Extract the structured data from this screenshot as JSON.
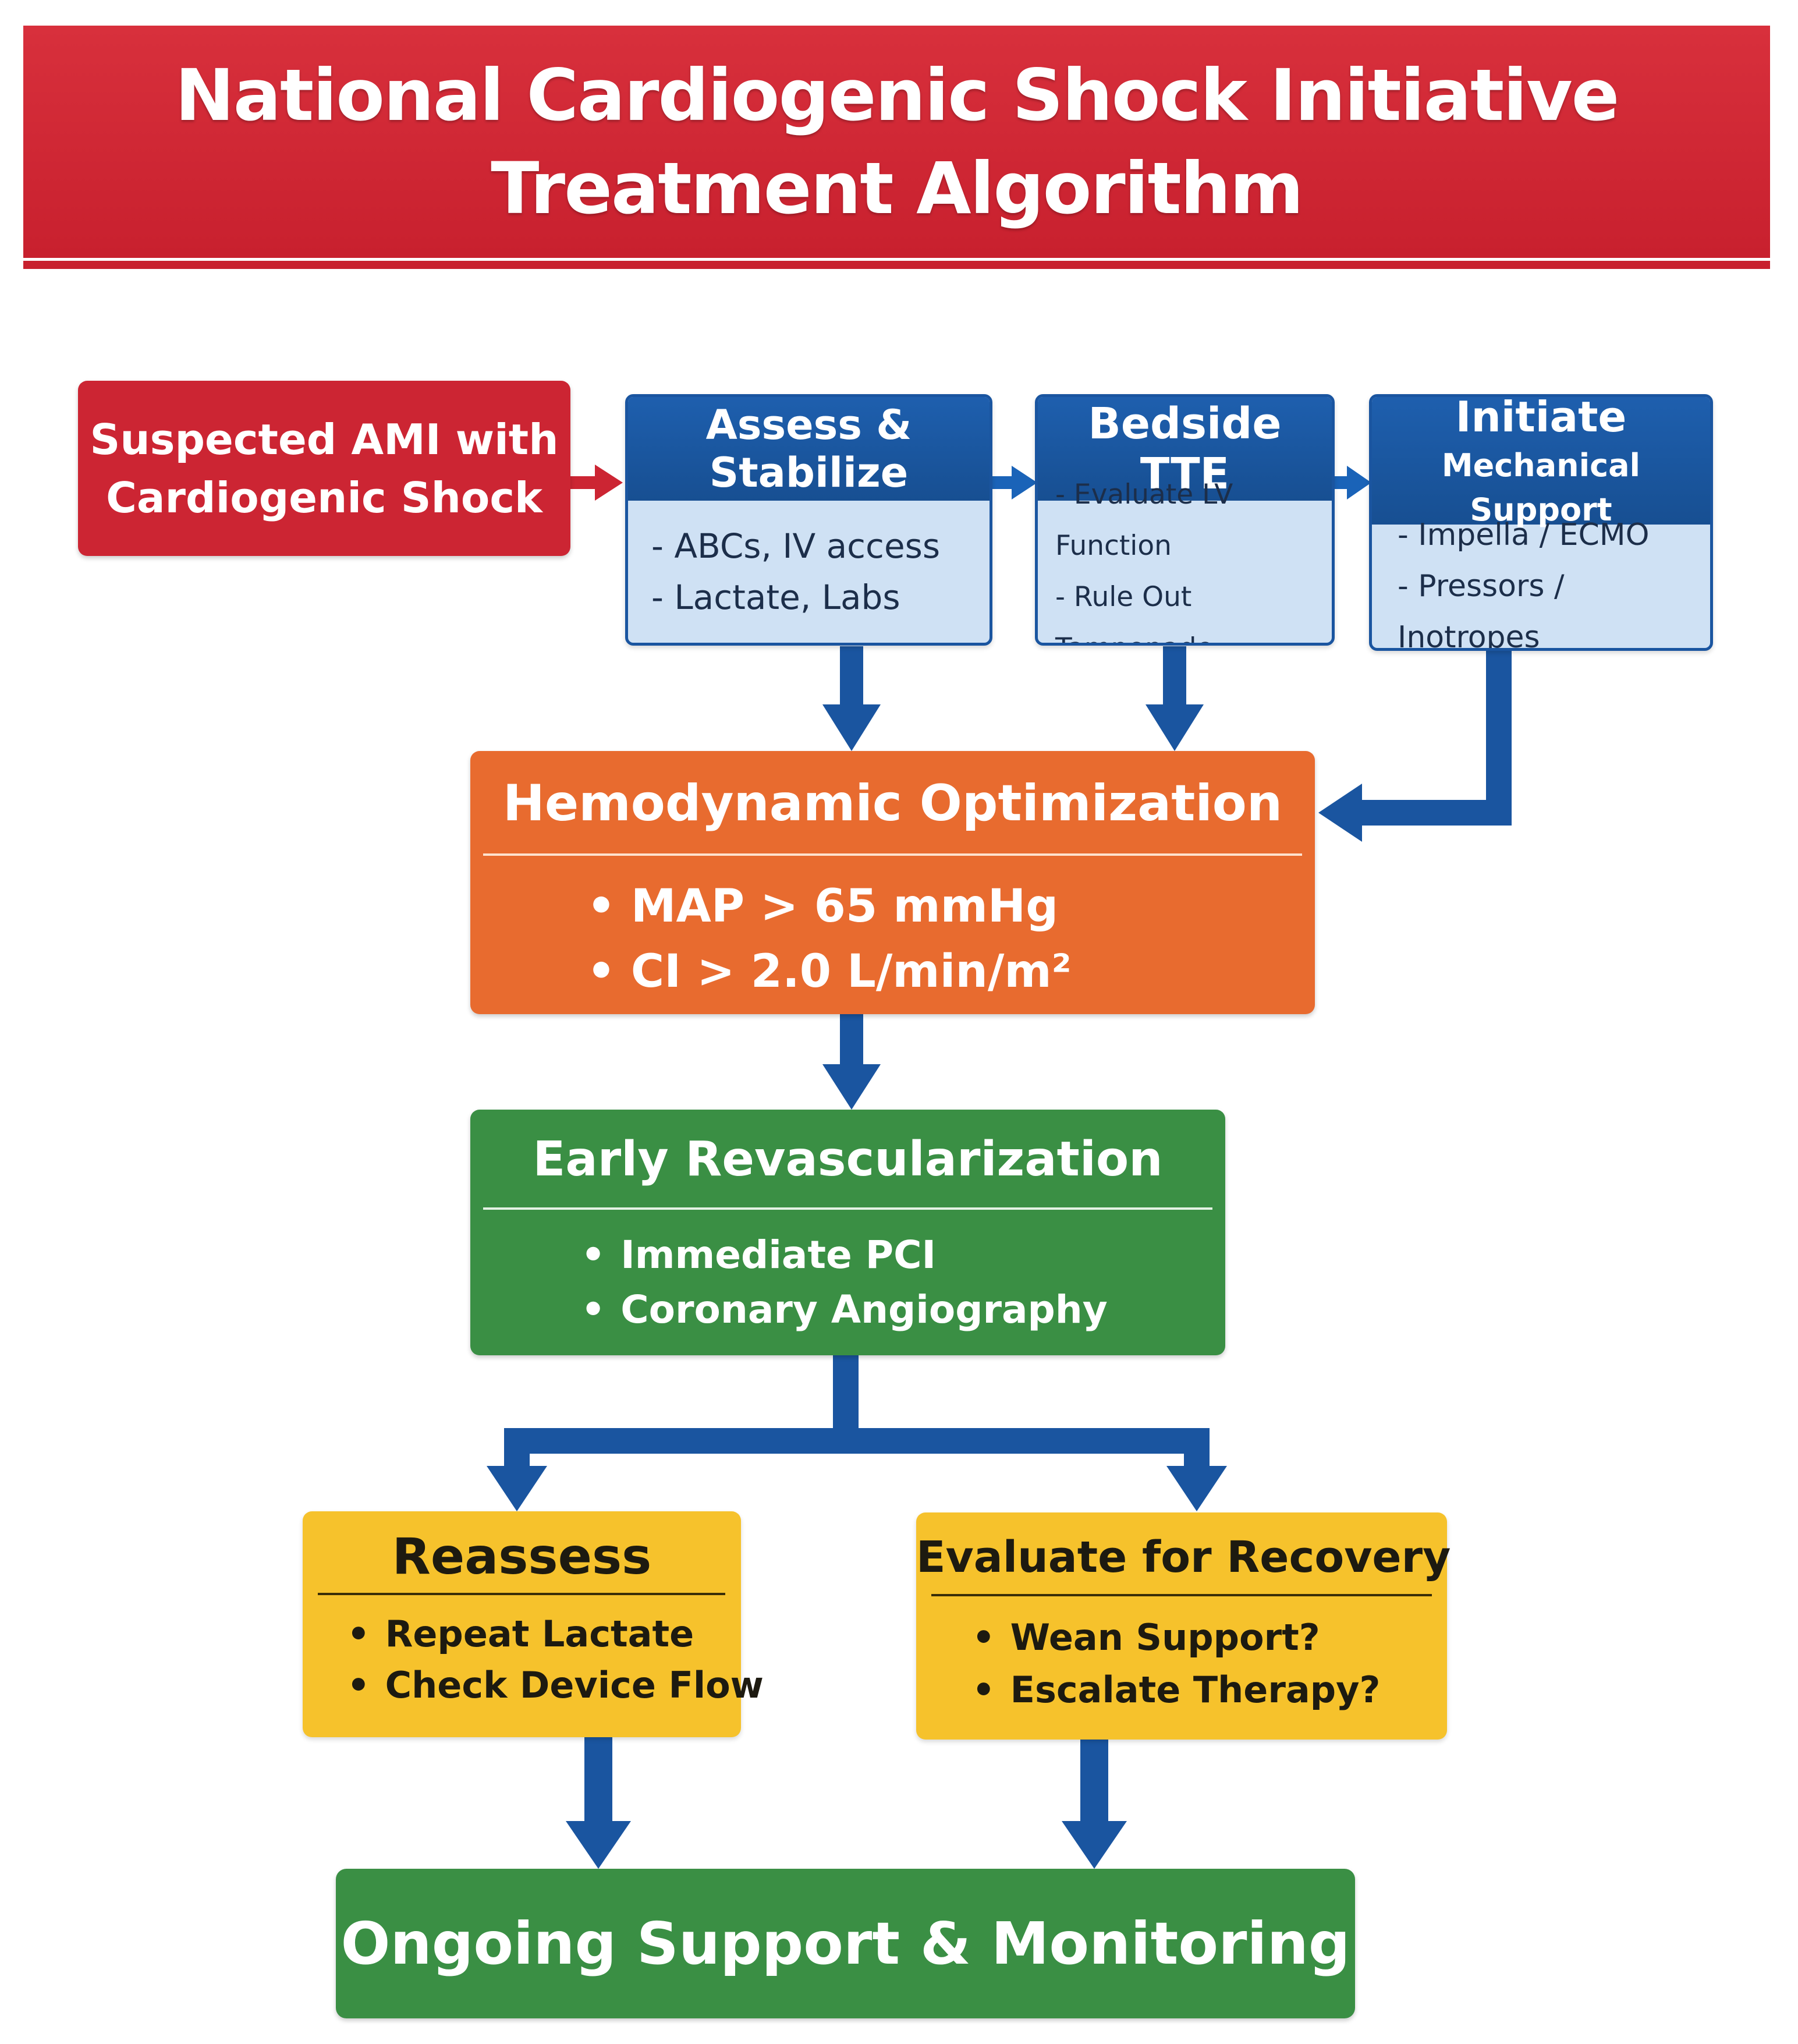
{
  "header": {
    "title_line1": "National Cardiogenic Shock Initiative",
    "title_line2": "Treatment Algorithm"
  },
  "start": {
    "line1": "Suspected AMI with",
    "line2": "Cardiogenic Shock"
  },
  "assess": {
    "title": "Assess & Stabilize",
    "items": [
      "- ABCs, IV access",
      "- Lactate, Labs"
    ]
  },
  "tte": {
    "title": "Bedside TTE",
    "items": [
      "- Evaluate LV Function",
      "- Rule Out Tamponade"
    ]
  },
  "mcs": {
    "title_line1": "Initiate",
    "title_line2": "Mechanical Support",
    "items": [
      "- Impella / ECMO",
      "- Pressors / Inotropes"
    ]
  },
  "hemo": {
    "title": "Hemodynamic Optimization",
    "items": [
      "MAP > 65 mmHg",
      "CI > 2.0 L/min/m²"
    ]
  },
  "revasc": {
    "title": "Early Revascularization",
    "items": [
      "Immediate PCI",
      "Coronary Angiography"
    ]
  },
  "reassess": {
    "title": "Reassess",
    "items": [
      "Repeat Lactate",
      "Check Device Flow"
    ]
  },
  "recovery": {
    "title": "Evaluate for Recovery",
    "items": [
      "Wean Support?",
      "Escalate Therapy?"
    ]
  },
  "final": {
    "title": "Ongoing Support & Monitoring"
  },
  "bullet_glyph": "•",
  "colors": {
    "header_red": "#c8202e",
    "start_red": "#cc2533",
    "blue": "#1a55a0",
    "light_blue": "#cfe1f4",
    "orange": "#e86b2f",
    "green": "#3a8f44",
    "yellow": "#f6c22c"
  }
}
